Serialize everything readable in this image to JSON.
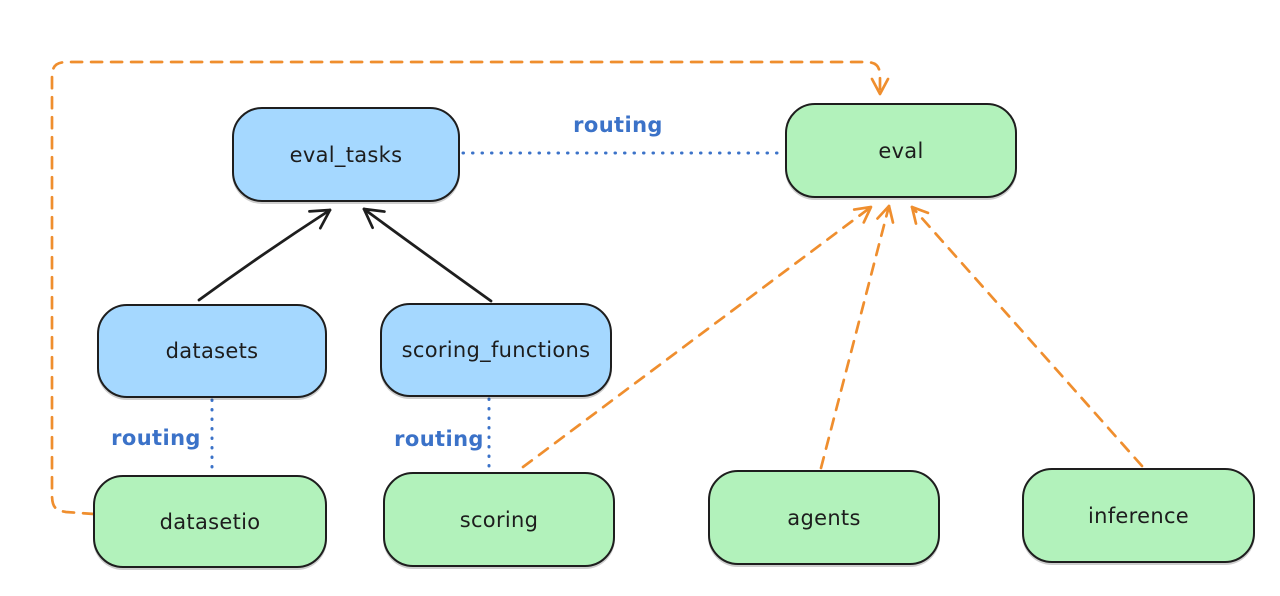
{
  "diagram": {
    "background": "#ffffff",
    "colors": {
      "blue_fill": "#a5d8ff",
      "green_fill": "#b2f2bb",
      "node_stroke": "#1e1e1e",
      "orange_edge": "#ef8e2e",
      "routing_blue": "#3b72c8",
      "black_edge": "#1e1e1e"
    },
    "nodes": [
      {
        "id": "eval_tasks",
        "label": "eval_tasks",
        "color": "blue"
      },
      {
        "id": "eval",
        "label": "eval",
        "color": "green"
      },
      {
        "id": "datasets",
        "label": "datasets",
        "color": "blue"
      },
      {
        "id": "scoring_functions",
        "label": "scoring_functions",
        "color": "blue"
      },
      {
        "id": "datasetio",
        "label": "datasetio",
        "color": "green"
      },
      {
        "id": "scoring",
        "label": "scoring",
        "color": "green"
      },
      {
        "id": "agents",
        "label": "agents",
        "color": "green"
      },
      {
        "id": "inference",
        "label": "inference",
        "color": "green"
      }
    ],
    "edge_labels": [
      {
        "id": "routing_top",
        "text": "routing"
      },
      {
        "id": "routing_left",
        "text": "routing"
      },
      {
        "id": "routing_mid",
        "text": "routing"
      }
    ],
    "edges": [
      {
        "from": "datasets",
        "to": "eval_tasks",
        "style": "solid_arrow_black"
      },
      {
        "from": "scoring_functions",
        "to": "eval_tasks",
        "style": "solid_arrow_black"
      },
      {
        "from": "eval_tasks",
        "to": "eval",
        "style": "dotted_blue",
        "label": "routing"
      },
      {
        "from": "datasets",
        "to": "datasetio",
        "style": "dotted_blue",
        "label": "routing"
      },
      {
        "from": "scoring_functions",
        "to": "scoring",
        "style": "dotted_blue",
        "label": "routing"
      },
      {
        "from": "datasetio",
        "to": "eval",
        "style": "dashed_arrow_orange"
      },
      {
        "from": "scoring",
        "to": "eval",
        "style": "dashed_arrow_orange"
      },
      {
        "from": "agents",
        "to": "eval",
        "style": "dashed_arrow_orange"
      },
      {
        "from": "inference",
        "to": "eval",
        "style": "dashed_arrow_orange"
      }
    ]
  }
}
